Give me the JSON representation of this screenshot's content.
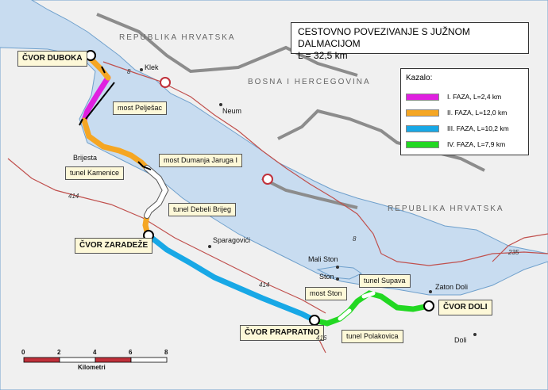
{
  "title": {
    "line1": "CESTOVNO POVEZIVANJE S JUŽNOM DALMACIJOM",
    "line2": "L = 32,5 km"
  },
  "countries": {
    "croatia_north": "REPUBLIKA HRVATSKA",
    "bosnia": "BOSNA I HERCEGOVINA",
    "croatia_south": "REPUBLIKA HRVATSKA"
  },
  "legend": {
    "title": "Kazalo:",
    "items": [
      {
        "label": "I. FAZA, L=2,4 km",
        "color": "#e020e0"
      },
      {
        "label": "II. FAZA, L=12,0 km",
        "color": "#f5a623"
      },
      {
        "label": "III. FAZA, L=10,2 km",
        "color": "#18a8e6"
      },
      {
        "label": "IV. FAZA, L=7,9 km",
        "color": "#22d822"
      }
    ]
  },
  "nodes": {
    "duboka": "ČVOR DUBOKA",
    "zaradeze": "ČVOR ZARADEŽE",
    "prapratno": "ČVOR PRAPRATNO",
    "doli": "ČVOR DOLI"
  },
  "structures": {
    "most_peljesac": "most Pelješac",
    "tunel_kamenice": "tunel Kamenice",
    "most_dumanja": "most Dumanja Jaruga I",
    "tunel_debeli": "tunel Debeli Brijeg",
    "most_ston": "most Ston",
    "tunel_supava": "tunel Supava",
    "tunel_polakovica": "tunel Polakovica"
  },
  "places": {
    "klek": "Klek",
    "neum": "Neum",
    "brijesta": "Brijesta",
    "sparagovici": "Sparagovići",
    "mali_ston": "Mali Ston",
    "ston": "Ston",
    "zaton_doli": "Zaton Doli",
    "doli": "Doli"
  },
  "road_numbers": {
    "r8a": "8",
    "r8b": "8",
    "r414a": "414",
    "r414b": "414",
    "r416": "416",
    "r235": "235"
  },
  "scale": {
    "ticks": [
      "0",
      "2",
      "4",
      "6",
      "8"
    ],
    "unit": "Kilometri"
  },
  "colors": {
    "sea": "#c8dcf0",
    "land": "#f0f0f0",
    "border": "#8c8c8c",
    "road": "#c0504d",
    "phase1": "#e020e0",
    "phase2": "#f5a623",
    "phase3": "#18a8e6",
    "phase4": "#22d822"
  }
}
